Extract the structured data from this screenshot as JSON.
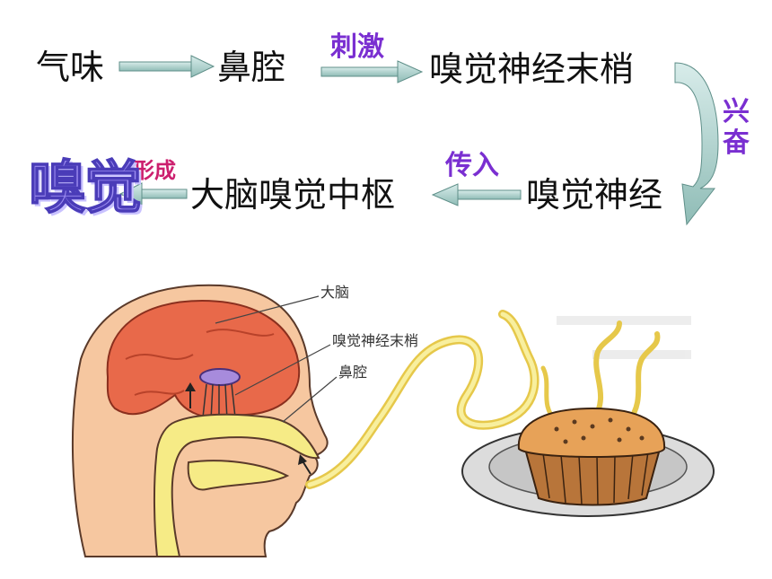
{
  "flow": {
    "odor": "气味",
    "nasal_cavity": "鼻腔",
    "stimulus": "刺激",
    "olfactory_nerve_endings": "嗅觉神经末梢",
    "excite_1": "兴",
    "excite_2": "奋",
    "olfactory_nerve": "嗅觉神经",
    "transmit": "传入",
    "olfactory_center": "大脑嗅觉中枢",
    "form": "形成",
    "smell": "嗅觉"
  },
  "illustration": {
    "label_brain": "大脑",
    "label_nerve_endings": "嗅觉神经末梢",
    "label_nasal_cavity": "鼻腔"
  }
}
